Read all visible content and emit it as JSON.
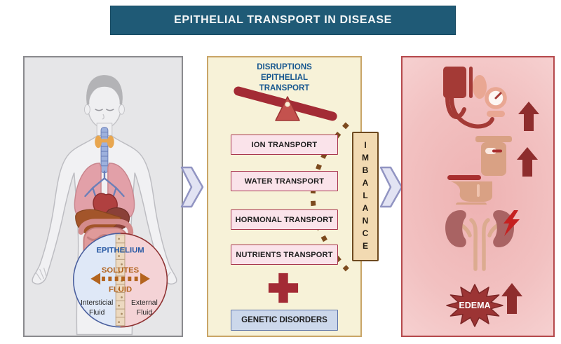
{
  "title": "EPITHELIAL TRANSPORT IN DISEASE",
  "colors": {
    "banner": "#1f5a76",
    "middle_panel_bg": "#f7f2d8",
    "transport_box_bg": "#fae3ea",
    "transport_box_border": "#a8374e",
    "accent_dark_red": "#a32b35",
    "imbalance_box_bg": "#f2dab2",
    "genetic_box_bg": "#ccd8eb",
    "right_panel_border": "#b5494c",
    "dashed_arc_brown": "#7c4a1e"
  },
  "left_panel": {
    "illustration": "human-anatomy-with-organs",
    "inset": {
      "heading": "EPITHELIUM",
      "solutes_label": "SOLUTES",
      "fluid_label": "FLUID",
      "left_fluid_line1": "Intersticial",
      "left_fluid_line2": "Fluid",
      "right_fluid_line1": "External",
      "right_fluid_line2": "Fluid"
    }
  },
  "middle_panel": {
    "heading": "DISRUPTIONS EPITHELIAL TRANSPORT",
    "boxes": [
      {
        "label": "ION TRANSPORT"
      },
      {
        "label": "WATER TRANSPORT"
      },
      {
        "label": "HORMONAL TRANSPORT"
      },
      {
        "label": "NUTRIENTS TRANSPORT"
      }
    ],
    "genetic_label": "GENETIC DISORDERS",
    "imbalance_label": "IMBALANCE"
  },
  "right_panel": {
    "icons": [
      "blood-pressure-increase",
      "urination-increase",
      "kidney-damage",
      "edema-increase"
    ],
    "edema_label": "EDEMA"
  }
}
